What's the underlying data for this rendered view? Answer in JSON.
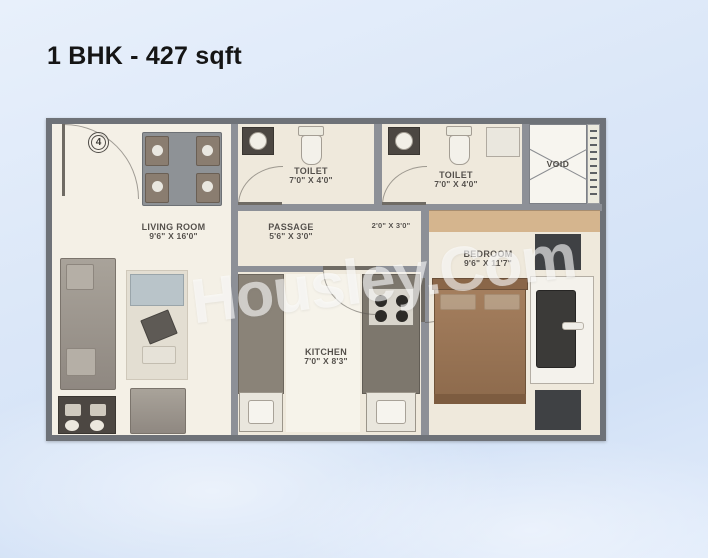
{
  "title": "1 BHK - 427 sqft",
  "watermark": "Housley.Com",
  "marker": {
    "label": "4"
  },
  "rooms": [
    {
      "key": "living",
      "name": "LIVING ROOM",
      "dim": "9'6\" X 16'0\""
    },
    {
      "key": "passage",
      "name": "PASSAGE",
      "dim": "5'6\" X 3'0\""
    },
    {
      "key": "toilet1",
      "name": "TOILET",
      "dim": "7'0\" X 4'0\""
    },
    {
      "key": "toilet2",
      "name": "TOILET",
      "dim": "7'0\" X 4'0\""
    },
    {
      "key": "niche",
      "name": "",
      "dim": "2'0\" X 3'0\""
    },
    {
      "key": "bedroom",
      "name": "BEDROOM",
      "dim": "9'6\"  X 11'7\""
    },
    {
      "key": "kitchen",
      "name": "KITCHEN",
      "dim": "7'0\" X 8'3\""
    }
  ],
  "void": {
    "label": "VOID"
  },
  "colors": {
    "background": "#dbe7f8",
    "plan_floor": "#f2ede2",
    "wall": "#8d9097",
    "wall_dark": "#6e7278",
    "title_text": "#151515",
    "label_text": "#55504a",
    "bed_wood": "#8d6a4c",
    "watermark": "rgba(255,255,255,0.60)"
  }
}
